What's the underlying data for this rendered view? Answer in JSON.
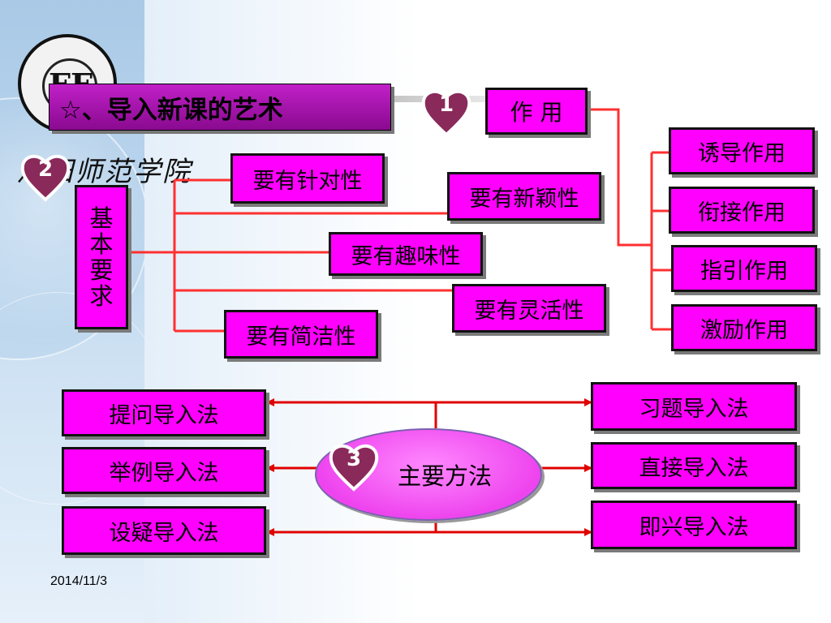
{
  "slide": {
    "title": "☆、导入新课的艺术",
    "date": "2014/11/3"
  },
  "logo": {
    "mark": "FF",
    "caption": "洛阳师范学院"
  },
  "sections": {
    "role": {
      "number": "1",
      "label": "作 用",
      "items": [
        "诱导作用",
        "衔接作用",
        "指引作用",
        "激励作用"
      ]
    },
    "requirements": {
      "number": "2",
      "label_chars": [
        "基",
        "本",
        "要",
        "求"
      ],
      "items": [
        "要有针对性",
        "要有新颖性",
        "要有趣味性",
        "要有灵活性",
        "要有简洁性"
      ]
    },
    "methods": {
      "number": "3",
      "label": "主要方法",
      "left_items": [
        "提问导入法",
        "举例导入法",
        "设疑导入法"
      ],
      "right_items": [
        "习题导入法",
        "直接导入法",
        "即兴导入法"
      ]
    }
  },
  "colors": {
    "box_fill": "#ff00ff",
    "connector": "#ff3030",
    "arrow": "#e00000",
    "heart": "#8a2a5a"
  }
}
